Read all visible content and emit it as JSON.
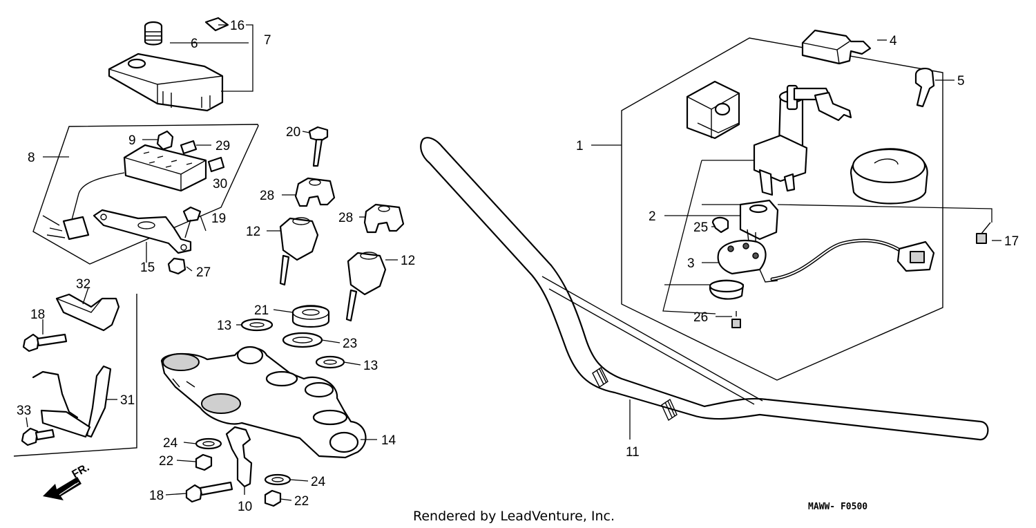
{
  "diagram": {
    "drawing_code": "MAWW- F0500",
    "credit": "Rendered by LeadVenture, Inc.",
    "direction_label": "FR.",
    "callouts": [
      "1",
      "2",
      "3",
      "4",
      "5",
      "6",
      "7",
      "8",
      "9",
      "10",
      "11",
      "12",
      "12",
      "13",
      "13",
      "14",
      "15",
      "16",
      "17",
      "18",
      "18",
      "19",
      "20",
      "21",
      "22",
      "22",
      "23",
      "24",
      "24",
      "25",
      "26",
      "27",
      "28",
      "28",
      "29",
      "30",
      "31",
      "32",
      "33"
    ]
  }
}
